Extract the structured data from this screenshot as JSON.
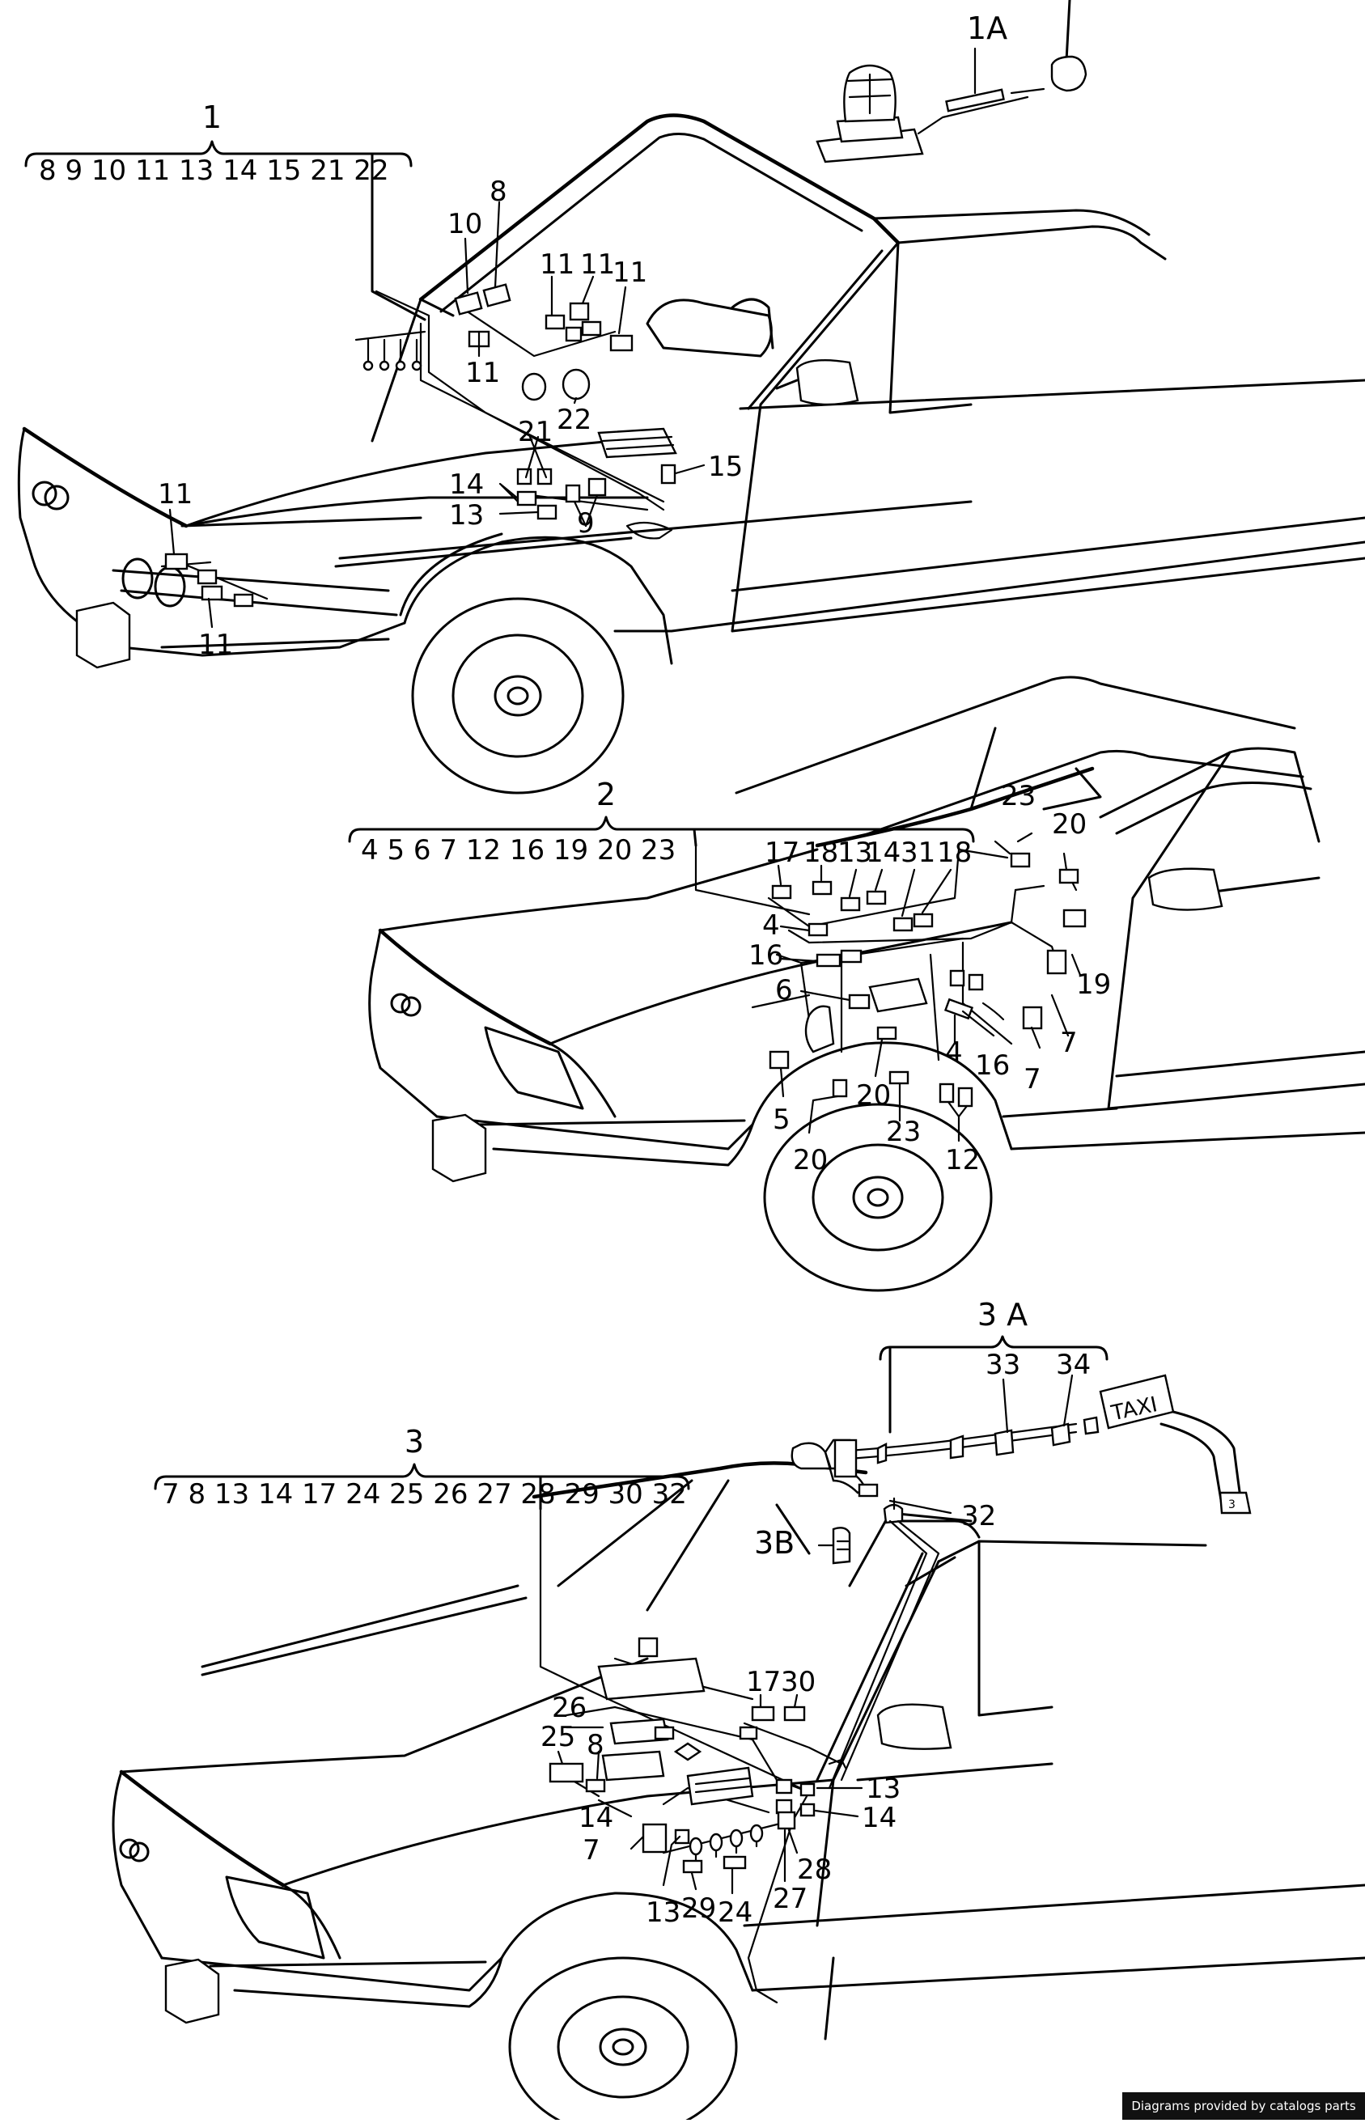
{
  "diagram": {
    "section1": {
      "group": "1",
      "list": "8 9 10 11 13 14 15 21 22",
      "sub": "1A",
      "parts": [
        "10",
        "8",
        "11",
        "11",
        "11",
        "11",
        "22",
        "21",
        "15",
        "14",
        "13",
        "9",
        "11",
        "11"
      ]
    },
    "section2": {
      "group": "2",
      "list": "4 5 6 7 12 16 19 20 23",
      "parts": [
        "23",
        "20",
        "17",
        "18",
        "13",
        "14",
        "31",
        "18",
        "4",
        "16",
        "6",
        "19",
        "7",
        "4",
        "16",
        "7",
        "5",
        "20",
        "20",
        "23",
        "12"
      ]
    },
    "section3": {
      "group": "3",
      "list": "7 8 13 14 17 24 25 26 27 28 29 30 32",
      "list_split_after": "28",
      "sub": "3 A",
      "sub_b": "3B",
      "parts": [
        "33",
        "34",
        "32",
        "17",
        "30",
        "26",
        "25",
        "8",
        "13",
        "14",
        "14",
        "7",
        "28",
        "13",
        "29",
        "24",
        "27"
      ],
      "taxi_sign": "TAXI",
      "taxi_mark": "3"
    }
  },
  "footer": {
    "text": "Diagrams provided by catalogs parts"
  }
}
